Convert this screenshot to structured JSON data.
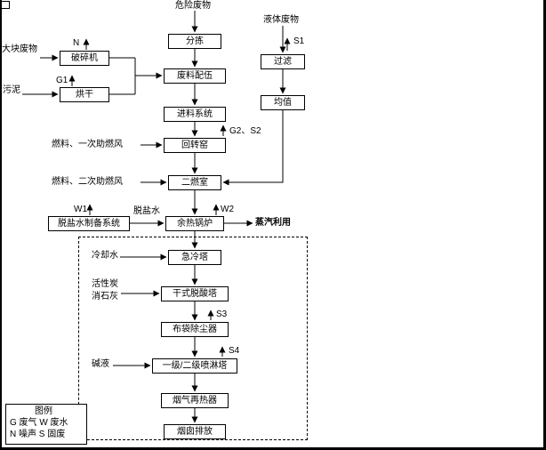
{
  "inputs": {
    "hazardous_waste": "危险废物",
    "liquid_waste": "液体废物",
    "bulky_waste": "大块废物",
    "sludge": "污泥",
    "fuel_primary_air": "燃料、一次助燃风",
    "fuel_secondary_air": "燃料、二次助燃风",
    "demin_water": "脱盐水",
    "cooling_water": "冷却水",
    "activated_carbon": "活性炭",
    "slaked_lime": "消石灰",
    "alkali_liquor": "碱液"
  },
  "nodes": {
    "sorting": "分拣",
    "filter": "过滤",
    "homogenizer": "均值",
    "crusher": "破碎机",
    "dryer": "烘干",
    "blending": "废料配伍",
    "feeding_system": "进料系统",
    "rotary_kiln": "回转窑",
    "secondary_chamber": "二燃室",
    "demin_water_system": "脱盐水制备系统",
    "waste_heat_boiler": "余热锅炉",
    "quench_tower": "急冷塔",
    "dry_deacid_tower": "干式脱酸塔",
    "bag_filter": "布袋除尘器",
    "spray_tower": "一级/二级喷淋塔",
    "flue_gas_reheater": "烟气再热器",
    "stack_discharge": "烟囱排放"
  },
  "outputs": {
    "steam_use": "蒸汽利用"
  },
  "emissions": {
    "n": "N",
    "g1": "G1",
    "s1": "S1",
    "g2_s2": "G2、S2",
    "w1": "W1",
    "w2": "W2",
    "s3": "S3",
    "s4": "S4"
  },
  "legend": {
    "title": "图例",
    "row1": "G 废气 W 废水",
    "row2": "N 噪声 S 固废"
  },
  "colors": {
    "line": "#000000",
    "background": "#ffffff"
  }
}
